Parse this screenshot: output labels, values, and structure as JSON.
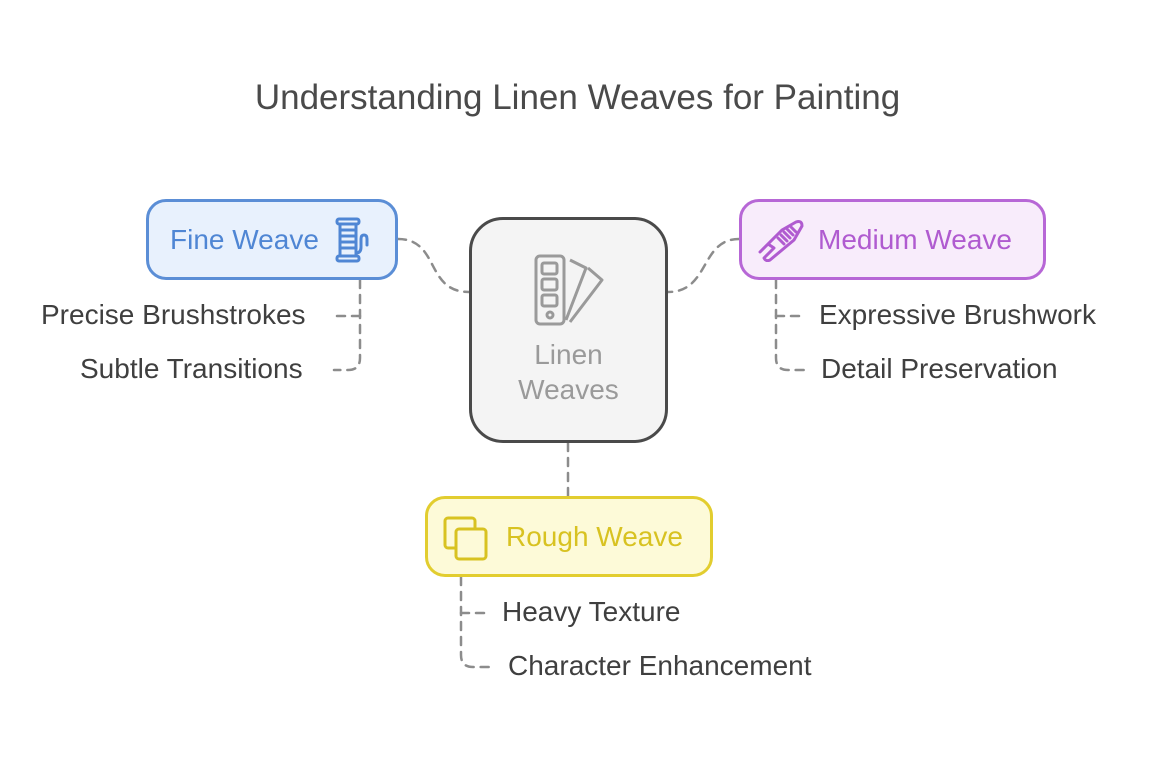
{
  "title": "Understanding Linen Weaves for Painting",
  "center": {
    "label": "Linen Weaves",
    "icon": "color-swatch-fan-icon",
    "color": "#9a9a9a"
  },
  "branches": {
    "fine": {
      "label": "Fine Weave",
      "icon": "thread-spool-icon",
      "color": "#4f86d4",
      "items": [
        "Precise Brushstrokes",
        "Subtle Transitions"
      ]
    },
    "medium": {
      "label": "Medium Weave",
      "icon": "comb-icon",
      "color": "#b05bd0",
      "items": [
        "Expressive Brushwork",
        "Detail Preservation"
      ]
    },
    "rough": {
      "label": "Rough Weave",
      "icon": "overlapping-squares-icon",
      "color": "#d8c221",
      "items": [
        "Heavy Texture",
        "Character Enhancement"
      ]
    }
  }
}
